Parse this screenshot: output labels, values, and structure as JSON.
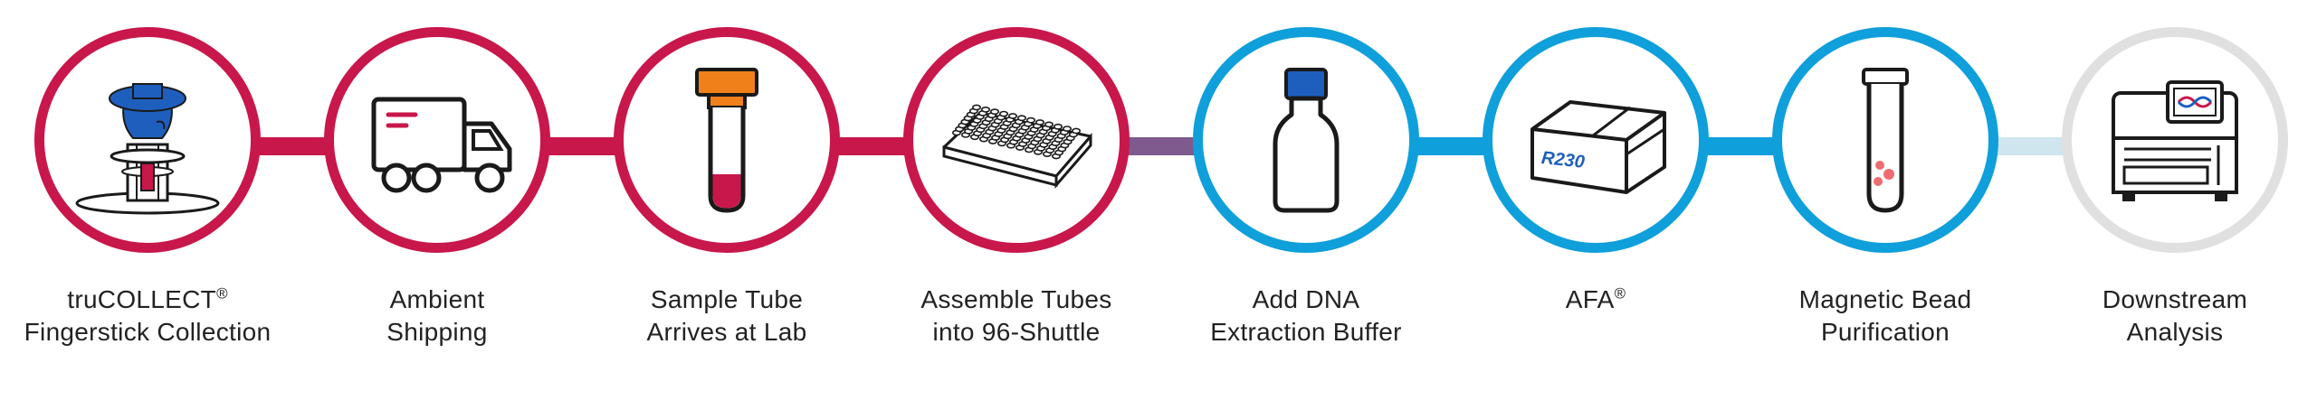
{
  "colors": {
    "crimson": "#C8174B",
    "blue": "#0F9FDB",
    "grey": "#E0E0E0",
    "line_transition": "#7E5A8F",
    "light_blue_link": "#CFE6EE",
    "cap_blue": "#1E5FBE",
    "cap_orange": "#F08019",
    "blood_red": "#C8174B",
    "bead_pink": "#EE6B70",
    "ink": "#1A1A1A"
  },
  "steps": [
    {
      "line1": "truCOLLECT",
      "line1_sup": "®",
      "line2": "Fingerstick Collection",
      "icon": "fingerstick-device-icon",
      "ring": "crimson"
    },
    {
      "line1": "Ambient",
      "line1_sup": "",
      "line2": "Shipping",
      "icon": "delivery-truck-icon",
      "ring": "crimson"
    },
    {
      "line1": "Sample Tube",
      "line1_sup": "",
      "line2": "Arrives at Lab",
      "icon": "sample-tube-icon",
      "ring": "crimson"
    },
    {
      "line1": "Assemble Tubes",
      "line1_sup": "",
      "line2": "into 96-Shuttle",
      "icon": "tube-rack-icon",
      "ring": "crimson"
    },
    {
      "line1": "Add DNA",
      "line1_sup": "",
      "line2": "Extraction Buffer",
      "icon": "buffer-bottle-icon",
      "ring": "blue"
    },
    {
      "line1": "AFA",
      "line1_sup": "®",
      "line2": "",
      "icon": "r230-instrument-icon",
      "instrument_label": "R230",
      "ring": "blue"
    },
    {
      "line1": "Magnetic Bead",
      "line1_sup": "",
      "line2": "Purification",
      "icon": "bead-tube-icon",
      "ring": "blue"
    },
    {
      "line1": "Downstream",
      "line1_sup": "",
      "line2": "Analysis",
      "icon": "analysis-instrument-icon",
      "ring": "grey"
    }
  ]
}
